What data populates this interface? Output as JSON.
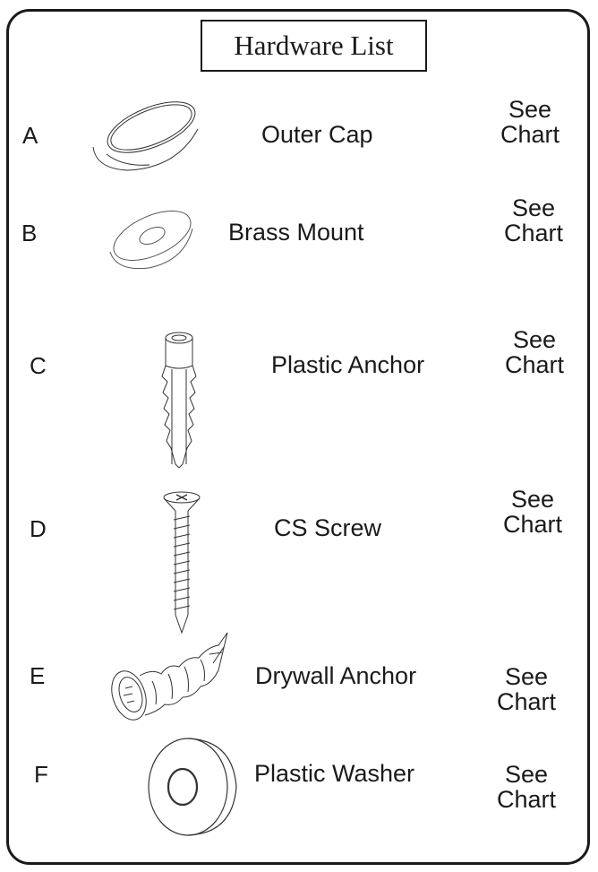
{
  "title": "Hardware List",
  "items": [
    {
      "letter": "A",
      "name": "Outer Cap",
      "qty_line1": "See",
      "qty_line2": "Chart",
      "icon": "outer-cap-icon"
    },
    {
      "letter": "B",
      "name": "Brass Mount",
      "qty_line1": "See",
      "qty_line2": "Chart",
      "icon": "brass-mount-icon"
    },
    {
      "letter": "C",
      "name": "Plastic Anchor",
      "qty_line1": "See",
      "qty_line2": "Chart",
      "icon": "plastic-anchor-icon"
    },
    {
      "letter": "D",
      "name": "CS Screw",
      "qty_line1": "See",
      "qty_line2": "Chart",
      "icon": "cs-screw-icon"
    },
    {
      "letter": "E",
      "name": "Drywall Anchor",
      "qty_line1": "See",
      "qty_line2": "Chart",
      "icon": "drywall-anchor-icon"
    },
    {
      "letter": "F",
      "name": "Plastic Washer",
      "qty_line1": "See",
      "qty_line2": "Chart",
      "icon": "plastic-washer-icon"
    }
  ]
}
